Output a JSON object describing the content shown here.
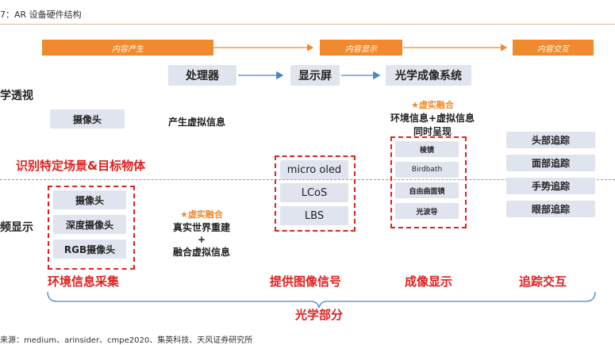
{
  "caption": "7：AR 设备硬件结构",
  "top_bars": [
    "内容产生",
    "内容显示",
    "内容交互"
  ],
  "pipeline": [
    "处理器",
    "显示屏",
    "光学成像系统"
  ],
  "left_labels": [
    "学透视",
    "频显示"
  ],
  "camera_box": "摄像头",
  "generate_virtual": "产生虚拟信息",
  "fusion_top": {
    "title": "虚实融合",
    "line1": "环境信息+虚拟信息",
    "line2": "同时呈现"
  },
  "recognize_text": "识别特定场景&目标物体",
  "env_boxes": [
    "摄像头",
    "深度摄像头",
    "RGB摄像头"
  ],
  "fusion_mid": {
    "title": "虚实融合",
    "line1": "真实世界重建",
    "line2": "+",
    "line3": "融合虚拟信息"
  },
  "display_boxes": [
    "micro oled",
    "LCoS",
    "LBS"
  ],
  "optics_boxes": [
    "棱镜",
    "Birdbath",
    "自由曲面镜",
    "光波导"
  ],
  "tracking_boxes": [
    "头部追踪",
    "面部追踪",
    "手势追踪",
    "眼部追踪"
  ],
  "section_labels": [
    "环境信息采集",
    "提供图像信号",
    "成像显示",
    "追踪交互"
  ],
  "optics_part": "光学部分",
  "star_icon": "star-icon",
  "source": "来源：medium、arinsider、cmpe2020、集英科技、天风证券研究所",
  "colors": {
    "orange": "#f08a2c",
    "red": "#e02020",
    "gray_box": "#dfe4ee",
    "blue_arrow": "#4a86c5"
  }
}
